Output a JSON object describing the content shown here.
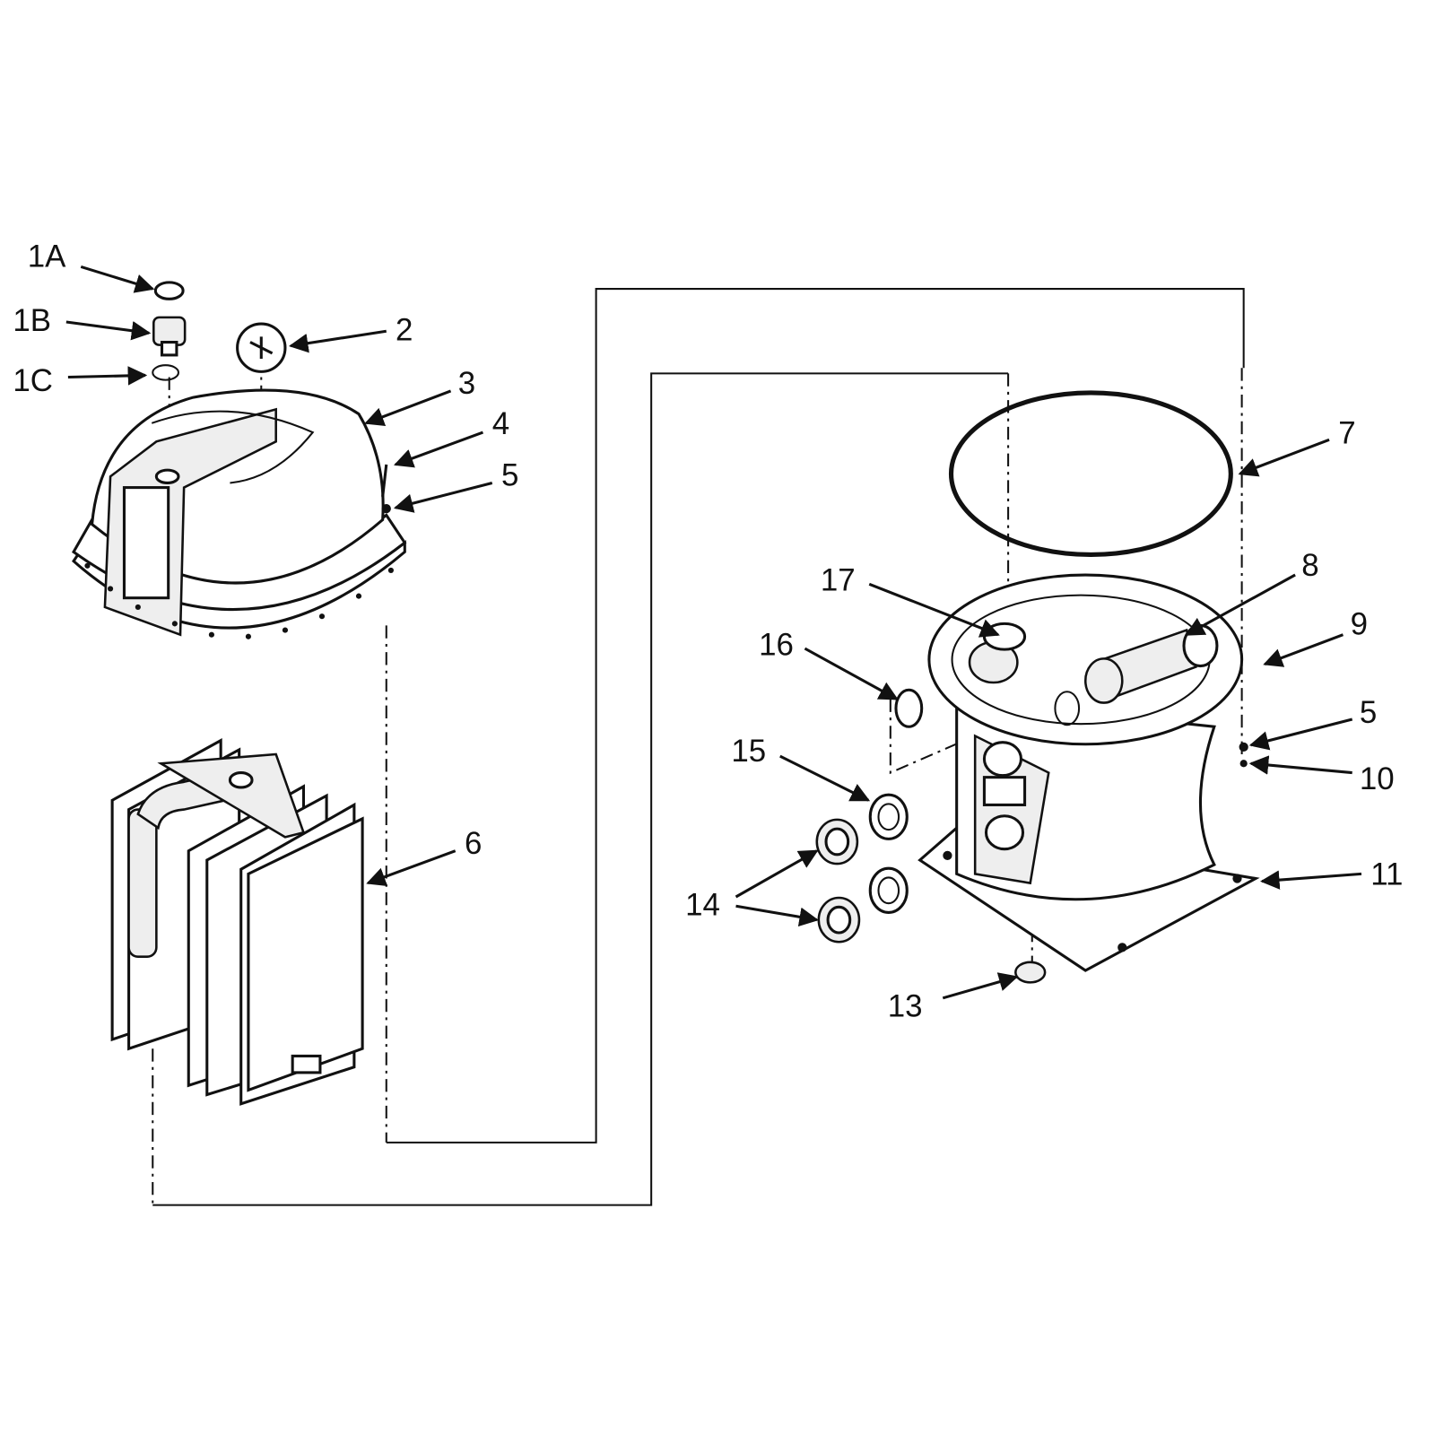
{
  "diagram": {
    "type": "exploded-parts-diagram",
    "labels": {
      "l1a": "1A",
      "l1b": "1B",
      "l1c": "1C",
      "l2": "2",
      "l3": "3",
      "l4": "4",
      "l5a": "5",
      "l6": "6",
      "l7": "7",
      "l8": "8",
      "l9": "9",
      "l5b": "5",
      "l10": "10",
      "l11": "11",
      "l13": "13",
      "l14": "14",
      "l15": "15",
      "l16": "16",
      "l17": "17"
    },
    "colors": {
      "ink": "#111111",
      "background": "#ffffff"
    }
  }
}
